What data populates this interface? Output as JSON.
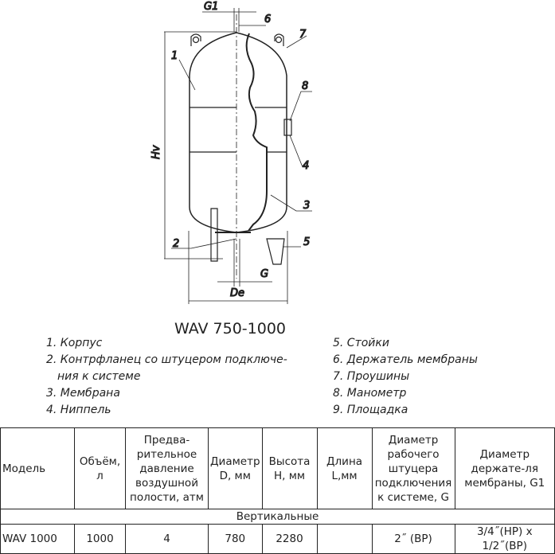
{
  "drawing": {
    "labels": {
      "g1": "G1",
      "n6": "6",
      "n7": "7",
      "n1": "1",
      "n8": "8",
      "hv": "Hv",
      "n4": "4",
      "n3": "3",
      "n2": "2",
      "n5": "5",
      "g": "G",
      "de": "De"
    }
  },
  "title": "WAV 750-1000",
  "legend_left": [
    "1. Корпус",
    "2. Контрфланец со штуцером подключе-",
    "ния к системе",
    "3. Мембрана",
    "4. Ниппель"
  ],
  "legend_right": [
    "5. Стойки",
    "6. Держатель мембраны",
    "7. Проушины",
    "8. Манометр",
    "9. Площадка"
  ],
  "table": {
    "headers": [
      "Модель",
      "Объём, л",
      "Предва-рительное давление воздушной полости, атм",
      "Диаметр D, мм",
      "Высота H, мм",
      "Длина L,мм",
      "Диаметр рабочего штуцера подключения к системе, G",
      "Диаметр держате-ля мембраны, G1"
    ],
    "group": "Вертикальные",
    "rows": [
      [
        "WAV 1000",
        "1000",
        "4",
        "780",
        "2280",
        "",
        "2˝ (ВР)",
        "3/4˝(НР) x 1/2˝(ВР)"
      ]
    ]
  }
}
